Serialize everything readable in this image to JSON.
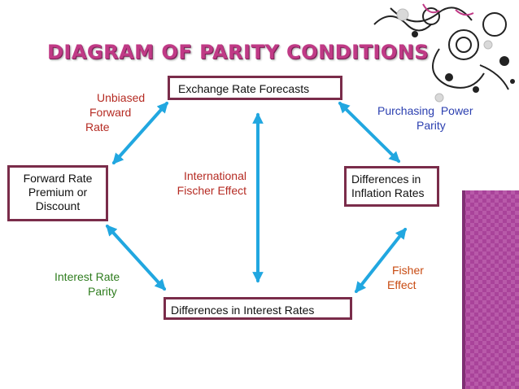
{
  "title": "DIAGRAM OF PARITY CONDITIONS",
  "boxes": {
    "exchange_rate_forecasts": "Exchange Rate Forecasts",
    "forward_rate": {
      "line1": "Forward Rate",
      "line2": "Premium or",
      "line3": "Discount"
    },
    "inflation": {
      "line1": "Differences in",
      "line2": "Inflation Rates"
    },
    "interest": "Differences in Interest Rates"
  },
  "labels": {
    "unbiased_forward_rate": {
      "line1": "Unbiased",
      "line2": "Forward",
      "line3": "Rate"
    },
    "purchasing_power_parity": {
      "line1": "Purchasing  Power",
      "line2": "Parity"
    },
    "international_fisher_effect": {
      "line1": "International",
      "line2": "Fischer Effect"
    },
    "interest_rate_parity": {
      "line1": "Interest Rate",
      "line2": "Parity"
    },
    "fisher_effect": {
      "line1": "Fisher",
      "line2": "Effect"
    }
  },
  "colors": {
    "title": "#c03a86",
    "box_border": "#7a2c4a",
    "arrow": "#21a7e0",
    "label_red": "#b52b23",
    "label_blue": "#2b3fb0",
    "label_green": "#2f7d1f",
    "label_orange": "#c84b12",
    "sidebar": "#a9439a"
  }
}
